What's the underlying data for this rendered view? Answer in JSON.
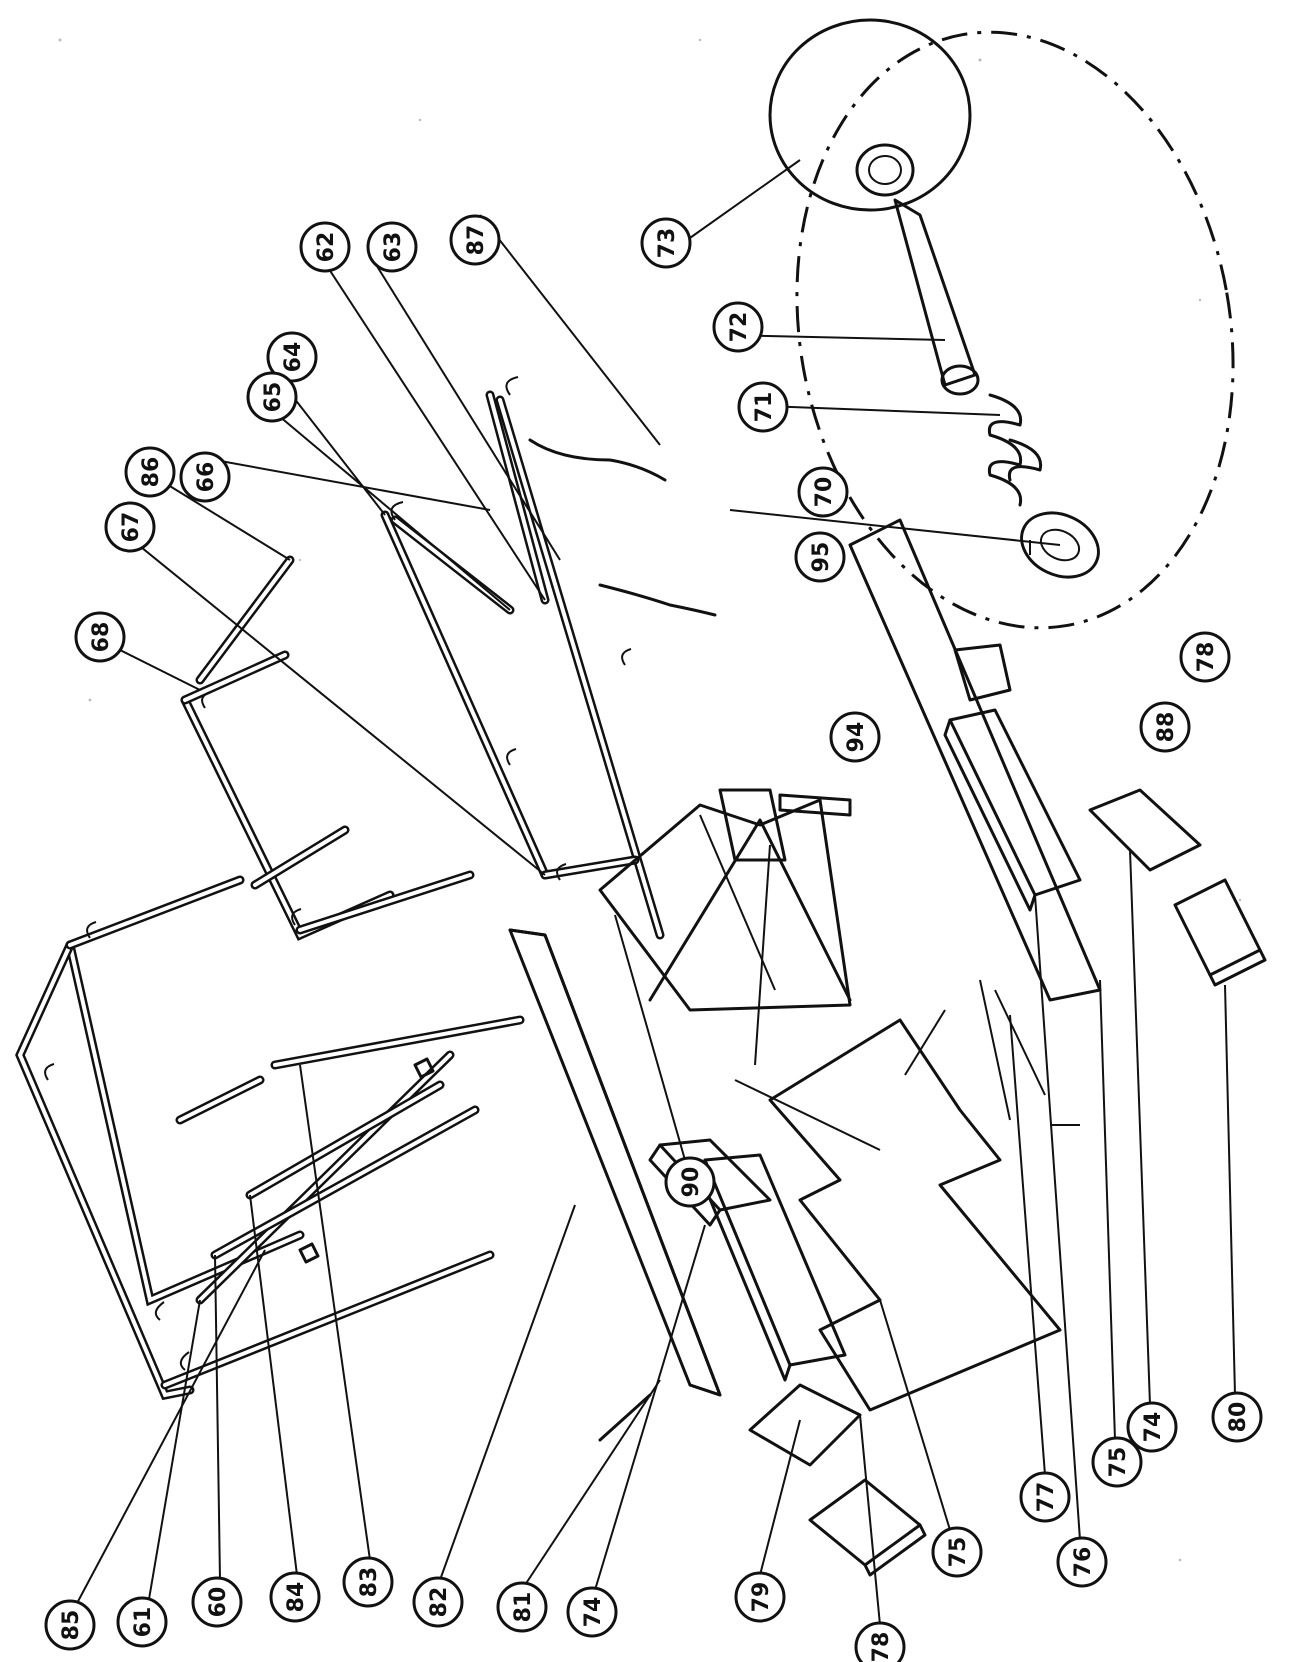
{
  "callouts": [
    {
      "label": "85"
    },
    {
      "label": "61"
    },
    {
      "label": "60"
    },
    {
      "label": "84"
    },
    {
      "label": "83"
    },
    {
      "label": "82"
    },
    {
      "label": "81"
    },
    {
      "label": "74"
    },
    {
      "label": "79"
    },
    {
      "label": "78"
    },
    {
      "label": "75"
    },
    {
      "label": "77"
    },
    {
      "label": "76"
    },
    {
      "label": "75"
    },
    {
      "label": "74"
    },
    {
      "label": "80"
    },
    {
      "label": "90"
    },
    {
      "label": "94"
    },
    {
      "label": "95"
    },
    {
      "label": "88"
    },
    {
      "label": "78"
    },
    {
      "label": "70"
    },
    {
      "label": "71"
    },
    {
      "label": "72"
    },
    {
      "label": "73"
    },
    {
      "label": "87"
    },
    {
      "label": "63"
    },
    {
      "label": "62"
    },
    {
      "label": "64"
    },
    {
      "label": "65"
    },
    {
      "label": "66"
    },
    {
      "label": "86"
    },
    {
      "label": "67"
    },
    {
      "label": "68"
    }
  ]
}
